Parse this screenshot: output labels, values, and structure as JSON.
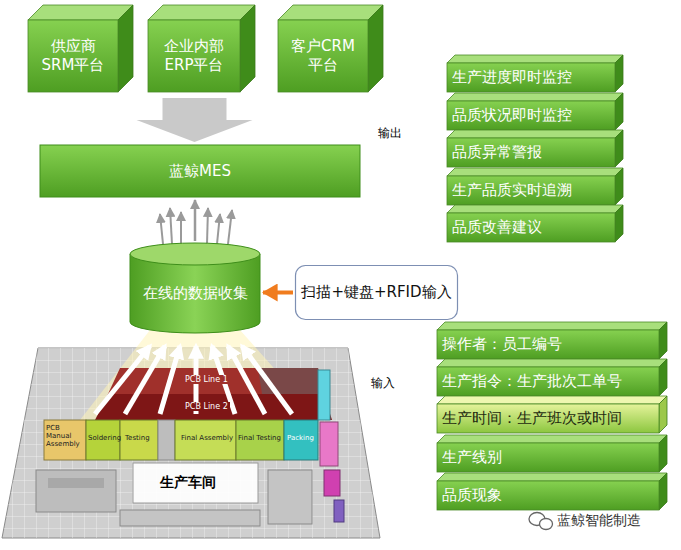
{
  "diagram": {
    "nodes": [
      {
        "text": [
          "供应商 SRM平台"
        ]
      },
      {
        "text": [
          "企业内部 ERP平台"
        ]
      },
      {
        "text": [
          "客户CRM 平台"
        ]
      },
      {
        "text": [
          "蓝鲸MES"
        ]
      },
      {
        "text": [
          "生产进度即时监控"
        ]
      },
      {
        "text": [
          "品质状况即时监控"
        ]
      },
      {
        "text": [
          "品质异常警报"
        ]
      },
      {
        "text": [
          "生产品质实时追溯"
        ]
      },
      {
        "text": [
          "品质改善建议"
        ]
      },
      {
        "text": [
          "在线的数据收集"
        ]
      },
      {
        "text": [
          "扫描+键盘+RFID输入"
        ]
      },
      {
        "text": [
          "操作者：员工编号"
        ]
      },
      {
        "text": [
          "生产指令：生产批次工单号"
        ]
      },
      {
        "text": [
          "生产时间：生产班次或时间"
        ]
      },
      {
        "text": [
          "生产线别"
        ]
      },
      {
        "text": [
          "品质现象"
        ]
      }
    ],
    "edges": [
      {
        "from": 1,
        "to": 3,
        "arrow": "to"
      },
      {
        "from": 9,
        "to": 3,
        "arrow": "to"
      },
      {
        "from": 10,
        "to": 9,
        "arrow": "to"
      }
    ],
    "labels": [
      "输出",
      "输入",
      "PCB Line 1",
      "PCB Line 2",
      "PCB Manual Assembly",
      "Soldering",
      "Testing",
      "Final Assembly",
      "Final Testing",
      "Packing",
      "生产车间",
      "蓝鲸智能制造"
    ]
  }
}
